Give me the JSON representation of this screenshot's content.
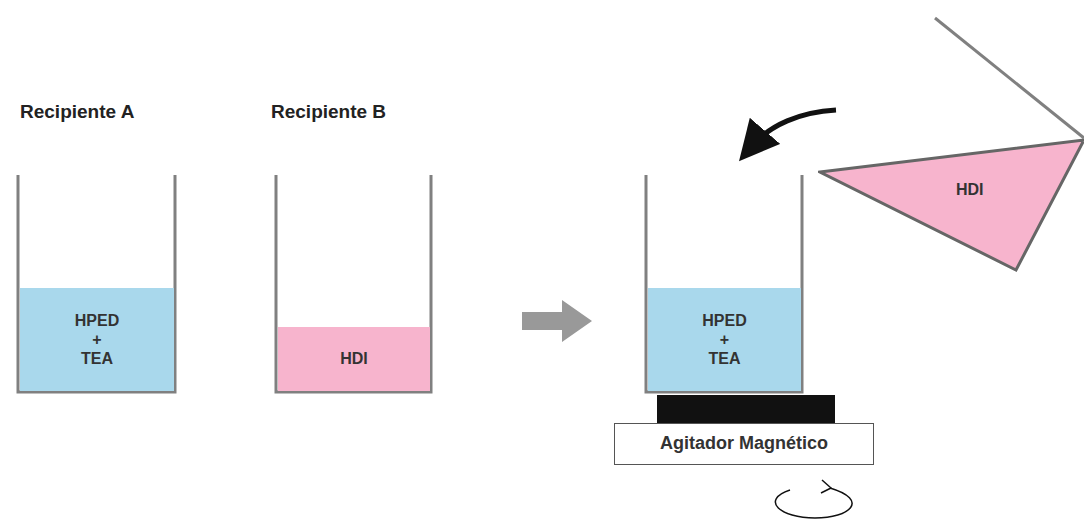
{
  "diagram": {
    "nodes": [
      {
        "text": [
          "HPED + TEA"
        ]
      },
      {
        "text": [
          "HDI"
        ]
      },
      {
        "text": [
          "HPED + TEA"
        ]
      },
      {
        "text": [
          "Agitador Magnético"
        ]
      },
      {
        "text": [
          "HDI"
        ]
      }
    ],
    "labels": [
      "Recipiente A",
      "Recipiente B"
    ]
  }
}
